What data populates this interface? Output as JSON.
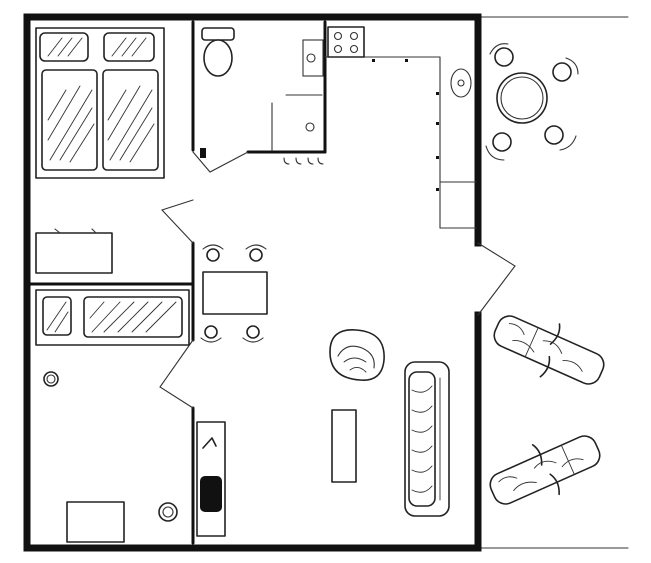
{
  "plan": {
    "colors": {
      "ink": "#111111",
      "paper": "#ffffff"
    },
    "elements": [
      "exterior-walls",
      "interior-walls",
      "door-swings",
      "double-bed",
      "single-bed",
      "desk-left",
      "desk-bottom-left",
      "bathroom-toilet",
      "bathroom-sink",
      "shower",
      "kitchen-stove",
      "kitchen-counter",
      "dining-table",
      "dining-chairs",
      "armchair",
      "sofa",
      "coffee-table",
      "tv-cabinet",
      "patio-round-table",
      "patio-chairs",
      "sun-loungers"
    ]
  }
}
